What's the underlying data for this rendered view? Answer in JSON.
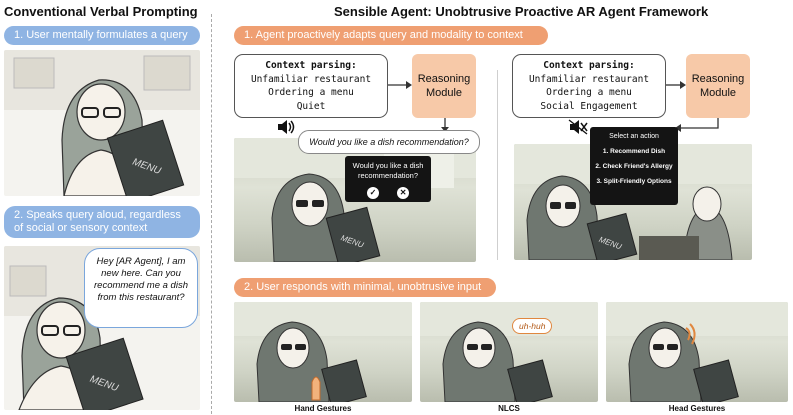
{
  "left": {
    "heading": "Conventional Verbal Prompting",
    "step1": "1. User mentally formulates a query",
    "step2": "2. Speaks query aloud, regardless of social or sensory context",
    "speech": "Hey [AR Agent], I am new here. Can you recommend me a dish from this restaurant?",
    "menu_label": "MENU"
  },
  "right": {
    "heading": "Sensible Agent: Unobtrusive Proactive AR Agent Framework",
    "step1": "1. Agent proactively adapts query and modality to context",
    "step2": "2. User responds with minimal, unobtrusive input",
    "scenario_a": {
      "context_title": "Context parsing:",
      "context_lines": [
        "Unfamiliar restaurant",
        "Ordering a menu",
        "Quiet"
      ],
      "module": "Reasoning Module",
      "voice_question": "Would you like a dish recommendation?",
      "panel_question": "Would you like a dish recommendation?",
      "confirm_icon": "check-icon",
      "reject_icon": "x-icon",
      "audio_icon": "speaker-on-icon",
      "menu_label": "MENU"
    },
    "scenario_b": {
      "context_title": "Context parsing:",
      "context_lines": [
        "Unfamiliar restaurant",
        "Ordering a menu",
        "Social Engagement"
      ],
      "module": "Reasoning Module",
      "panel_title": "Select an action",
      "options": [
        "1. Recommend Dish",
        "2. Check Friend's Allergy",
        "3. Split-Friendly Options"
      ],
      "audio_icon": "speaker-muted-icon",
      "menu_label": "MENU"
    },
    "responses": [
      {
        "caption": "Hand Gestures"
      },
      {
        "caption": "NLCS",
        "bubble": "uh-huh"
      },
      {
        "caption": "Head Gestures"
      }
    ]
  },
  "colors": {
    "blue_pill": "#8fb4e3",
    "orange_pill": "#ef9f72",
    "module": "#f7c9a8",
    "panel": "#141414"
  }
}
